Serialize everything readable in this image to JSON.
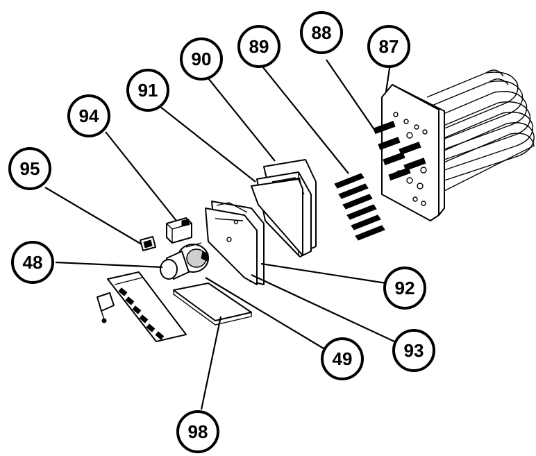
{
  "diagram": {
    "callouts": {
      "c87": "87",
      "c88": "88",
      "c89": "89",
      "c90": "90",
      "c91": "91",
      "c94": "94",
      "c95": "95",
      "c48": "48",
      "c92": "92",
      "c93": "93",
      "c49": "49",
      "c98": "98"
    }
  }
}
